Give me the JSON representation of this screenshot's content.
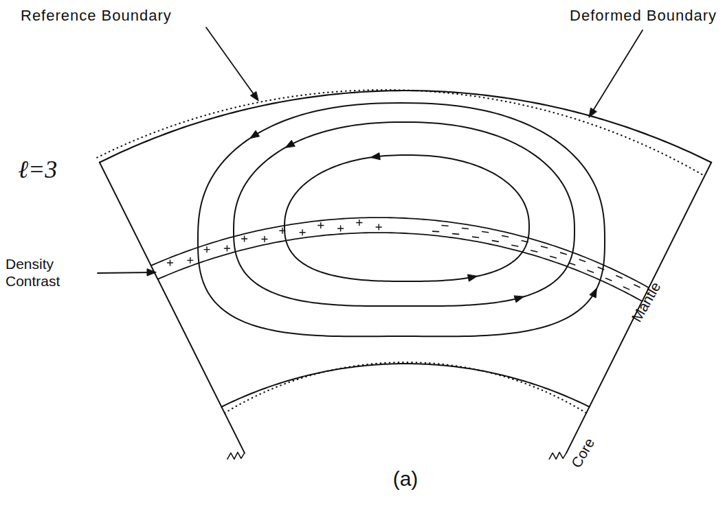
{
  "diagram": {
    "labels": [
      "Reference Boundary",
      "Deformed Boundary",
      "ℓ=3",
      "Density Contrast",
      "Mantle",
      "Core",
      "(a)"
    ]
  }
}
